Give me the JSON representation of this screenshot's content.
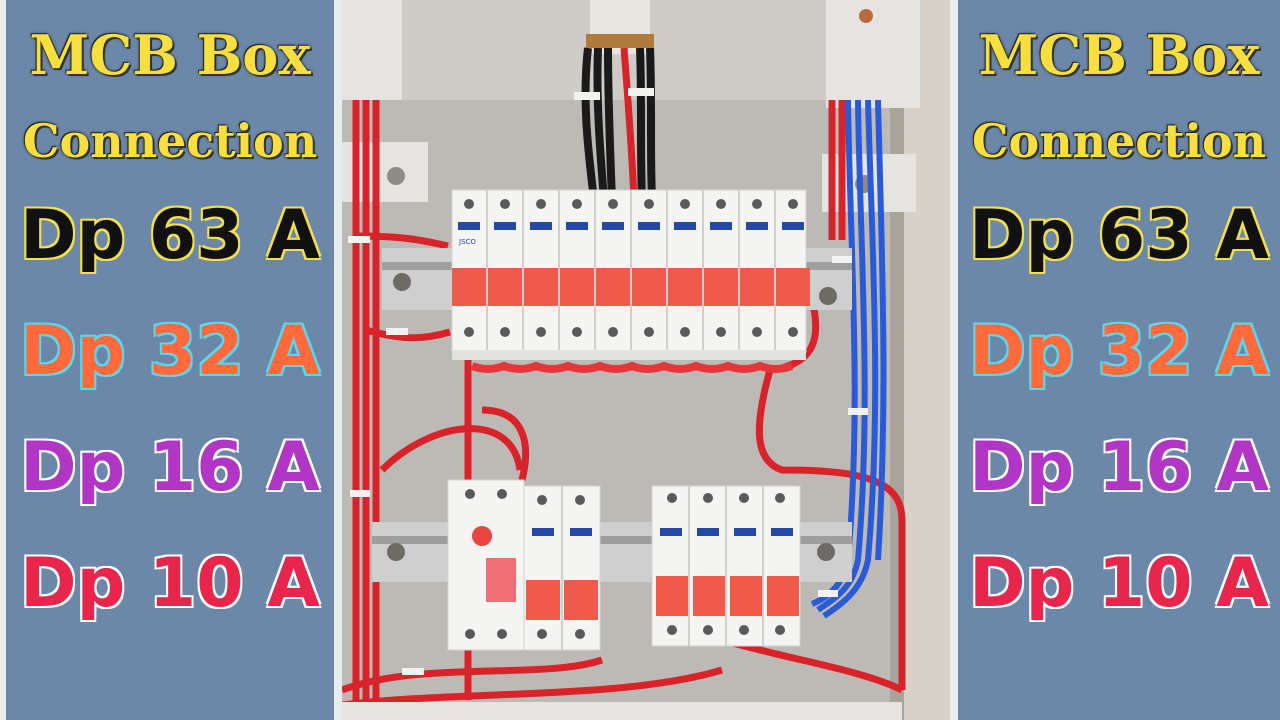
{
  "left_panel": {
    "title_line1": "MCB Box",
    "title_line2": "Connection",
    "ratings": [
      "Dp 63 A",
      "Dp 32 A",
      "Dp 16 A",
      "Dp 10 A"
    ]
  },
  "right_panel": {
    "title_line1": "MCB Box",
    "title_line2": "Connection",
    "ratings": [
      "Dp 63 A",
      "Dp 32 A",
      "Dp 16 A",
      "Dp 10 A"
    ]
  },
  "photo": {
    "brand_label": "JSCO"
  },
  "colors": {
    "panel_bg": "#6c88a9",
    "title_yellow": "#f6df3e",
    "r63": "#111111",
    "r32": "#ff6a3d",
    "r16": "#b236c6",
    "r10": "#e8264c",
    "breaker_toggle": "#f05a4a",
    "wire_red": "#d8232a",
    "wire_blue": "#2a5bd7"
  }
}
